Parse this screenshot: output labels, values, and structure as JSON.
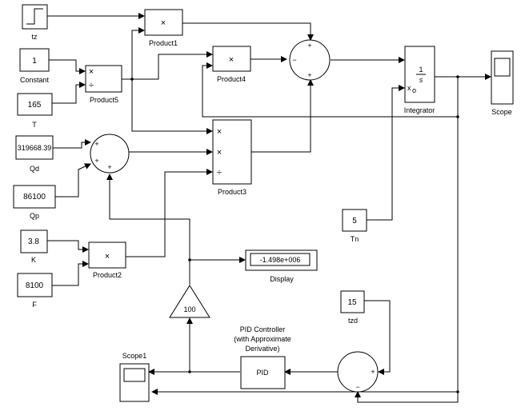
{
  "blocks": {
    "tz": {
      "label": "tz"
    },
    "constant": {
      "label": "Constant",
      "value": "1"
    },
    "t": {
      "label": "T",
      "value": "165"
    },
    "qd": {
      "label": "Qd",
      "value": "319668.39"
    },
    "qp": {
      "label": "Qp",
      "value": "86100"
    },
    "k": {
      "label": "K",
      "value": "3.8"
    },
    "f": {
      "label": "F",
      "value": "8100"
    },
    "product1": {
      "label": "Product1"
    },
    "product2": {
      "label": "Product2"
    },
    "product3": {
      "label": "Product3"
    },
    "product4": {
      "label": "Product4"
    },
    "product5": {
      "label": "Product5"
    },
    "integrator": {
      "label": "Integrator",
      "num": "1",
      "den": "s",
      "ic": "x",
      "ic_sub": "o"
    },
    "scope": {
      "label": "Scope"
    },
    "scope1": {
      "label": "Scope1"
    },
    "tn": {
      "label": "Tn",
      "value": "5"
    },
    "tzd": {
      "label": "tzd",
      "value": "15"
    },
    "display": {
      "label": "Display",
      "value": "-1.498e+006"
    },
    "gain": {
      "value": "100"
    },
    "pid": {
      "label_line1": "PID Controller",
      "label_line2": "(with Approximate",
      "label_line3": "Derivative)",
      "text": "PID"
    }
  },
  "symbols": {
    "times": "×",
    "divide": "÷",
    "plus": "+",
    "minus": "−"
  }
}
